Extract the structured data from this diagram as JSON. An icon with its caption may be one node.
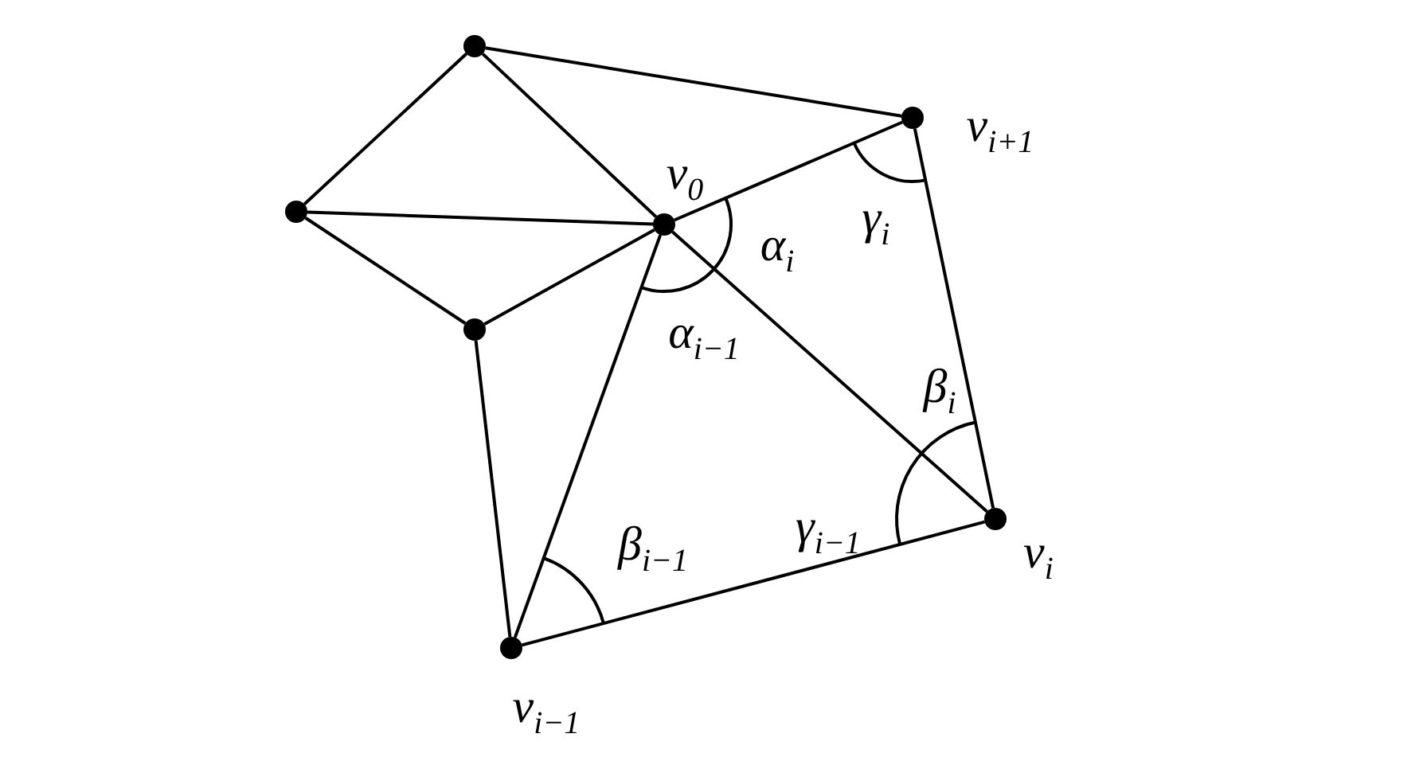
{
  "diagram": {
    "nodes": [
      {
        "text": [],
        "shape": "circle"
      },
      {
        "text": [],
        "shape": "circle"
      },
      {
        "text": [],
        "shape": "circle",
        "beside": [
          "*v*$_{0}$"
        ]
      },
      {
        "text": [],
        "shape": "circle"
      },
      {
        "text": [],
        "shape": "circle",
        "beside": [
          "*v*$_{i+1}$"
        ]
      },
      {
        "text": [],
        "shape": "circle",
        "beside": [
          "*v*$_{i}$"
        ]
      },
      {
        "text": [],
        "shape": "circle",
        "beside": [
          "*v*$_{i−1}$"
        ]
      }
    ],
    "edges": [
      {
        "from": 0,
        "to": 4,
        "arrow": "none"
      },
      {
        "from": 0,
        "to": 1,
        "arrow": "none"
      },
      {
        "from": 0,
        "to": 2,
        "arrow": "none"
      },
      {
        "from": 1,
        "to": 2,
        "arrow": "none"
      },
      {
        "from": 1,
        "to": 3,
        "arrow": "none"
      },
      {
        "from": 3,
        "to": 2,
        "arrow": "none"
      },
      {
        "from": 2,
        "to": 4,
        "arrow": "none"
      },
      {
        "from": 4,
        "to": 5,
        "arrow": "none"
      },
      {
        "from": 2,
        "to": 5,
        "arrow": "none"
      },
      {
        "from": 2,
        "to": 6,
        "arrow": "none"
      },
      {
        "from": 3,
        "to": 6,
        "arrow": "none"
      },
      {
        "from": 6,
        "to": 5,
        "arrow": "none"
      }
    ],
    "labels": [
      "*α*$_{i}$",
      "*γ*$_{i}$",
      "*α*$_{i−1}$",
      "*β*$_{i}$",
      "*γ*$_{i−1}$",
      "*β*$_{i−1}$"
    ]
  }
}
